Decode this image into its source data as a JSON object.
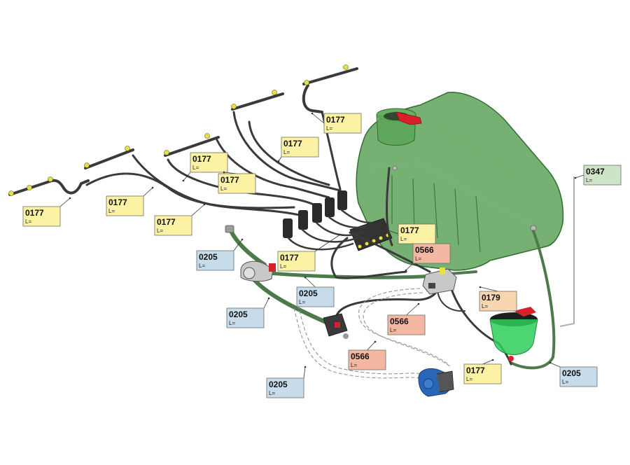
{
  "colors": {
    "yellow_label": "#fbf3a3",
    "blue_label": "#c6dcea",
    "salmon_label": "#f3b7a2",
    "orange_label": "#f8d6b0",
    "green_label": "#cfe3c6",
    "tank_green": "#3d8b3d",
    "nozzle_yellow": "#e8e23a",
    "valve_red": "#d8202a",
    "pump_blue": "#2a66b8"
  },
  "labels": [
    {
      "code": "0177",
      "length": "L=",
      "color": "yellow"
    },
    {
      "code": "0177",
      "length": "L=",
      "color": "yellow"
    },
    {
      "code": "0177",
      "length": "L=",
      "color": "yellow"
    },
    {
      "code": "0177",
      "length": "L=",
      "color": "yellow"
    },
    {
      "code": "0177",
      "length": "L=",
      "color": "yellow"
    },
    {
      "code": "0177",
      "length": "L=",
      "color": "yellow"
    },
    {
      "code": "0177",
      "length": "L=",
      "color": "yellow"
    },
    {
      "code": "0177",
      "length": "L=",
      "color": "yellow"
    },
    {
      "code": "0177",
      "length": "L=",
      "color": "yellow"
    },
    {
      "code": "0347",
      "length": "L=",
      "color": "green"
    },
    {
      "code": "0566",
      "length": "L=",
      "color": "salmon"
    },
    {
      "code": "0205",
      "length": "L=",
      "color": "blue"
    },
    {
      "code": "0205",
      "length": "L=",
      "color": "blue"
    },
    {
      "code": "0179",
      "length": "L=",
      "color": "orange"
    },
    {
      "code": "0205",
      "length": "L=",
      "color": "blue"
    },
    {
      "code": "0566",
      "length": "L=",
      "color": "salmon"
    },
    {
      "code": "0566",
      "length": "L=",
      "color": "salmon"
    },
    {
      "code": "0177",
      "length": "L=",
      "color": "yellow"
    },
    {
      "code": "0205",
      "length": "L=",
      "color": "blue"
    },
    {
      "code": "0205",
      "length": "L=",
      "color": "blue"
    }
  ]
}
